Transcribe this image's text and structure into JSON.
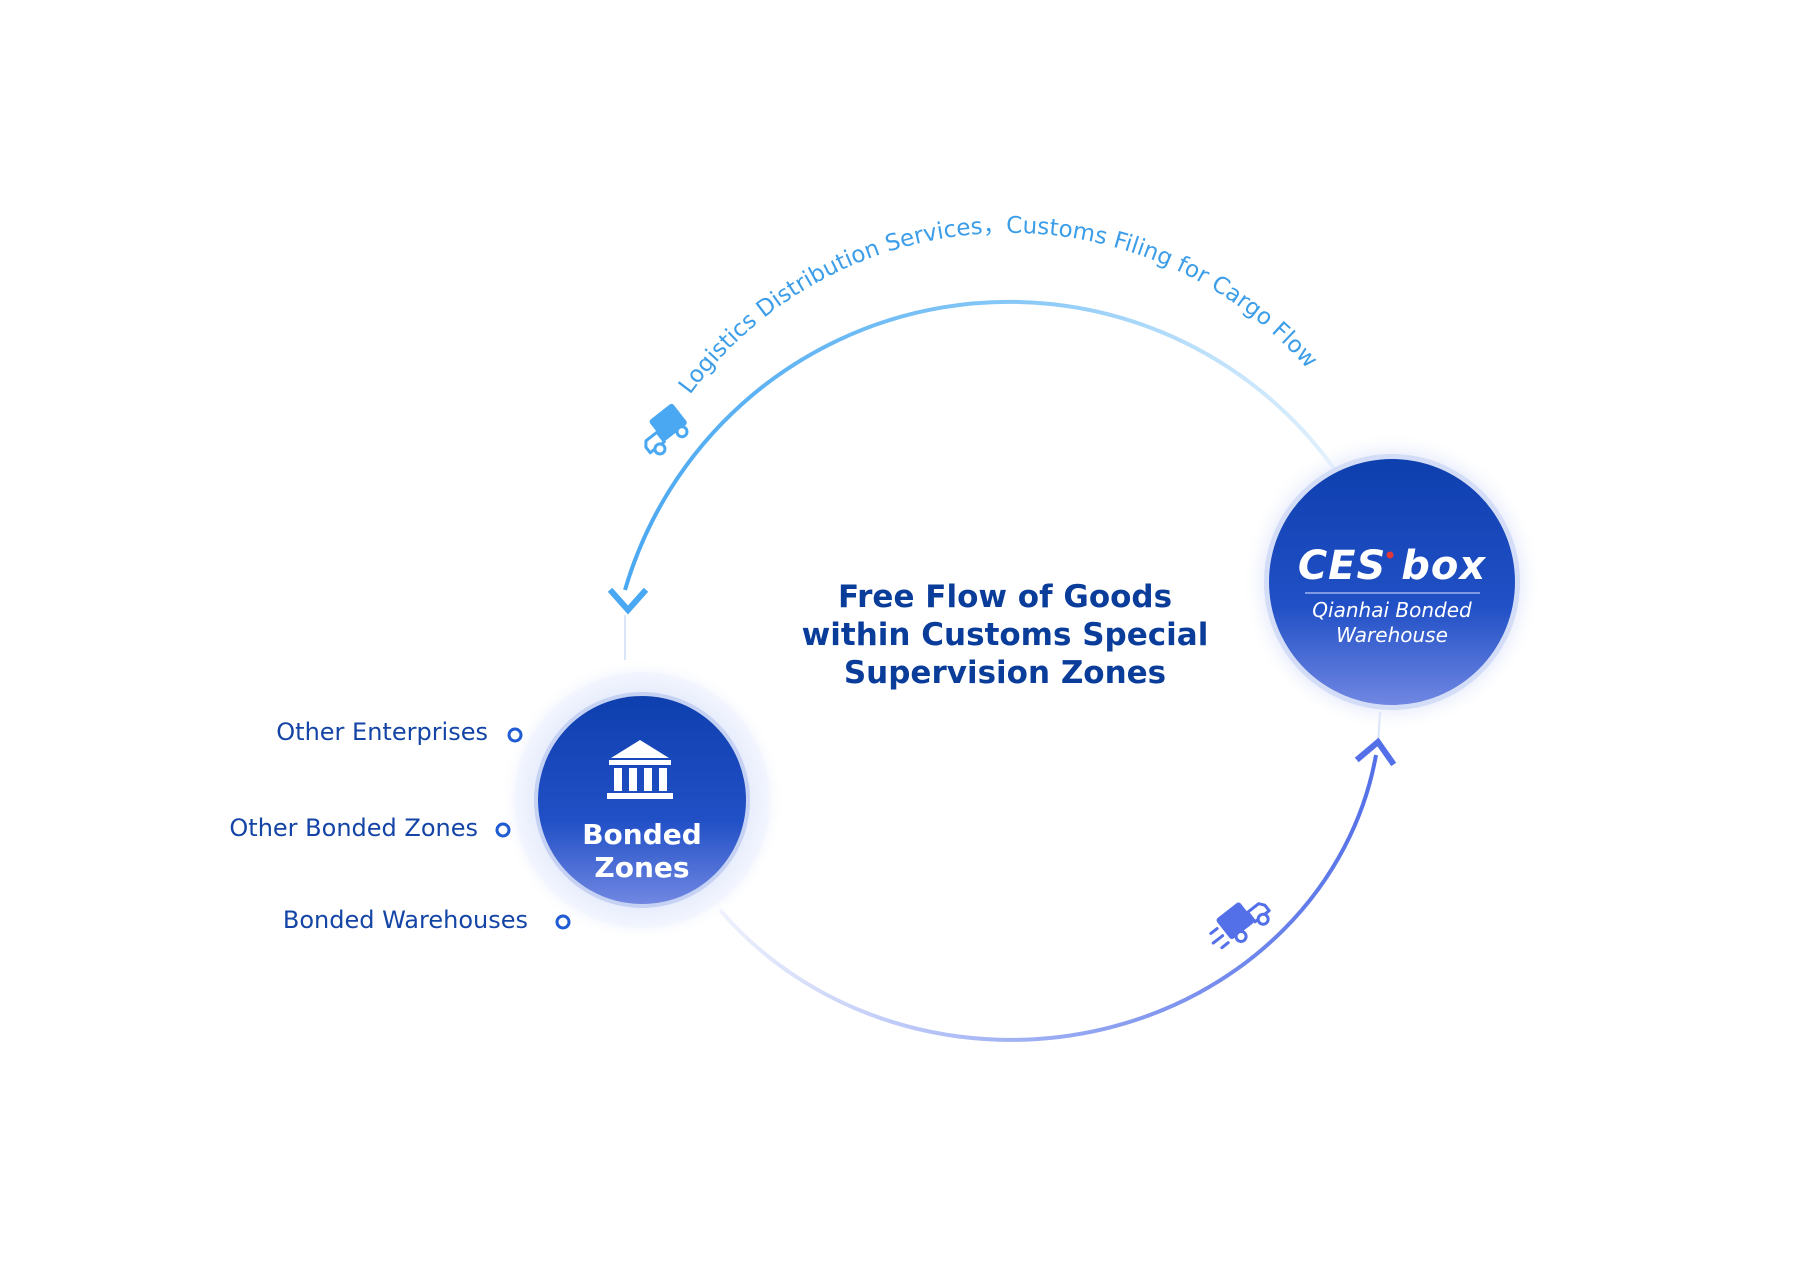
{
  "arc_label": "Logistics Distribution Services，Customs Filing for Cargo Flow",
  "center_title": {
    "line1": "Free Flow of Goods",
    "line2": "within Customs Special",
    "line3": "Supervision Zones"
  },
  "bonded_node": {
    "icon": "bank-building-icon",
    "line1": "Bonded",
    "line2": "Zones"
  },
  "ces_node": {
    "logo_text": "CES box",
    "line1": "Qianhai Bonded",
    "line2": "Warehouse"
  },
  "side_items": [
    {
      "label": "Other Enterprises"
    },
    {
      "label": "Other Bonded Zones"
    },
    {
      "label": "Bonded Warehouses"
    }
  ],
  "icons": {
    "top_truck": "delivery-truck-icon",
    "bottom_truck": "fast-delivery-truck-icon"
  },
  "colors": {
    "node_dark": "#0c3fb0",
    "node_light": "#5f7be6",
    "arc_top": "#5bb8f5",
    "arc_bottom": "#6b86f0",
    "text_dark": "#0a3d9a",
    "label_blue": "#1445a6"
  }
}
